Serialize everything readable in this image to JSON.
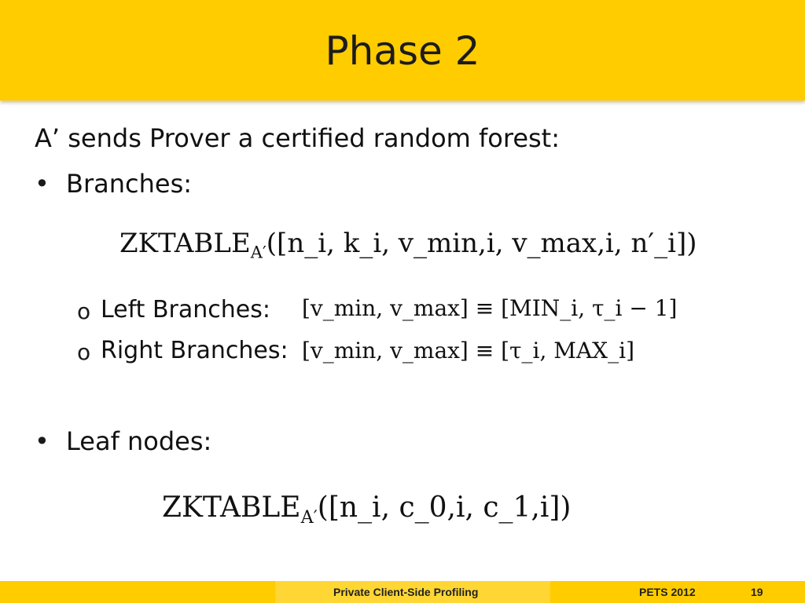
{
  "slide": {
    "title": "Phase 2",
    "intro": "A’ sends Prover a certified random forest:",
    "bullets": {
      "branches": "Branches:",
      "leaf_nodes": "Leaf nodes:",
      "left_branches": "Left Branches:",
      "right_branches": "Right Branches:"
    },
    "markers": {
      "bullet": "•",
      "sub": "o"
    }
  },
  "formulas": {
    "branch_table": {
      "name": "ZKTABLE",
      "sub": "A′",
      "content": "([n_i, k_i, v_min,i, v_max,i, n′_i])"
    },
    "left_range": "[v_min, v_max] ≡ [MIN_i, τ_i − 1]",
    "right_range": "[v_min, v_max] ≡ [τ_i, MAX_i]",
    "leaf_table": {
      "name": "ZKTABLE",
      "sub": "A′",
      "content": "([n_i, c_0,i, c_1,i])"
    }
  },
  "footer": {
    "center": "Private Client-Side Profiling",
    "venue": "PETS 2012",
    "page": "19"
  }
}
